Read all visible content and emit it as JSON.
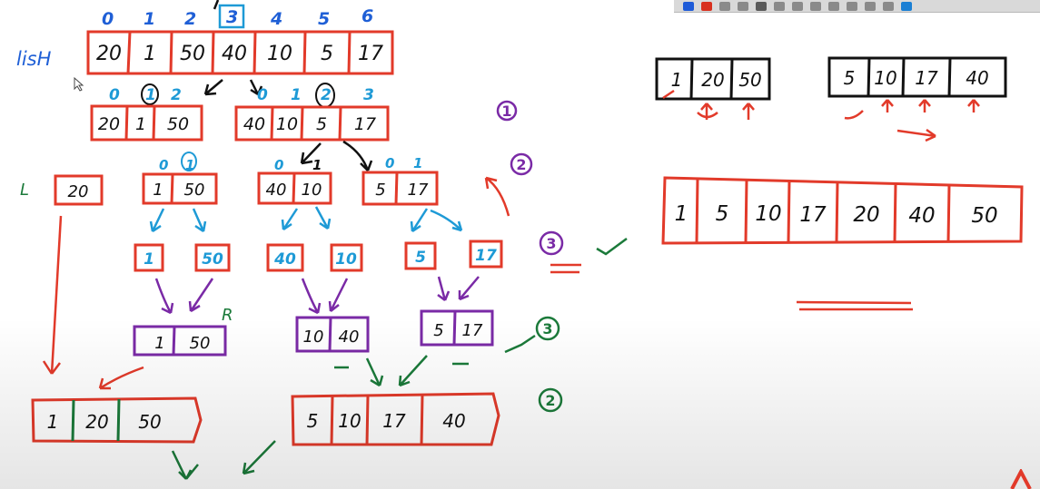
{
  "toolbar": {
    "tools": [
      "pen-blue-icon",
      "pen-red-icon",
      "highlighter-icon",
      "image-icon",
      "lasso-icon",
      "shape-icon",
      "undo-icon",
      "redo-icon",
      "add-icon",
      "save-icon",
      "copy-icon",
      "share-icon",
      "menu-icon"
    ]
  },
  "labels": {
    "list": "lisH",
    "left": "L",
    "right": "R"
  },
  "top_indices": [
    "0",
    "1",
    "2",
    "3",
    "4",
    "5",
    "6"
  ],
  "top_values": [
    "20",
    "1",
    "50",
    "40",
    "10",
    "5",
    "17"
  ],
  "level2_left_indices": [
    "0",
    "1",
    "2"
  ],
  "level2_left_values": [
    "20",
    "1",
    "50"
  ],
  "level2_right_indices": [
    "0",
    "1",
    "2",
    "3"
  ],
  "level2_right_values": [
    "40",
    "10",
    "5",
    "17"
  ],
  "level3_a": {
    "value": "20"
  },
  "level3_b": {
    "indices": [
      "0",
      "1"
    ],
    "values": [
      "1",
      "50"
    ]
  },
  "level3_c": {
    "indices": [
      "0",
      "1"
    ],
    "values": [
      "40",
      "10"
    ]
  },
  "level3_d": {
    "indices": [
      "0",
      "1"
    ],
    "values": [
      "5",
      "17"
    ]
  },
  "singles": [
    "1",
    "50",
    "40",
    "10",
    "5",
    "17"
  ],
  "merged_pairs": {
    "a": [
      "1",
      "50"
    ],
    "b": [
      "10",
      "40"
    ],
    "c": [
      "5",
      "17"
    ]
  },
  "bottom_left": [
    "1",
    "20",
    "50"
  ],
  "bottom_right": [
    "5",
    "10",
    "17",
    "40"
  ],
  "right_top_left": [
    "1",
    "20",
    "50"
  ],
  "right_top_right": [
    "5",
    "10",
    "17",
    "40"
  ],
  "final": [
    "1",
    "5",
    "10",
    "17",
    "20",
    "40",
    "50"
  ],
  "step_marks": [
    "1",
    "2",
    "3",
    "3",
    "2"
  ],
  "colors": {
    "red": "#e23a2a",
    "blue": "#1f5fd6",
    "cyan": "#1e9ad6",
    "green": "#1b7a3a",
    "purple": "#7a2aa6",
    "black": "#111111"
  }
}
